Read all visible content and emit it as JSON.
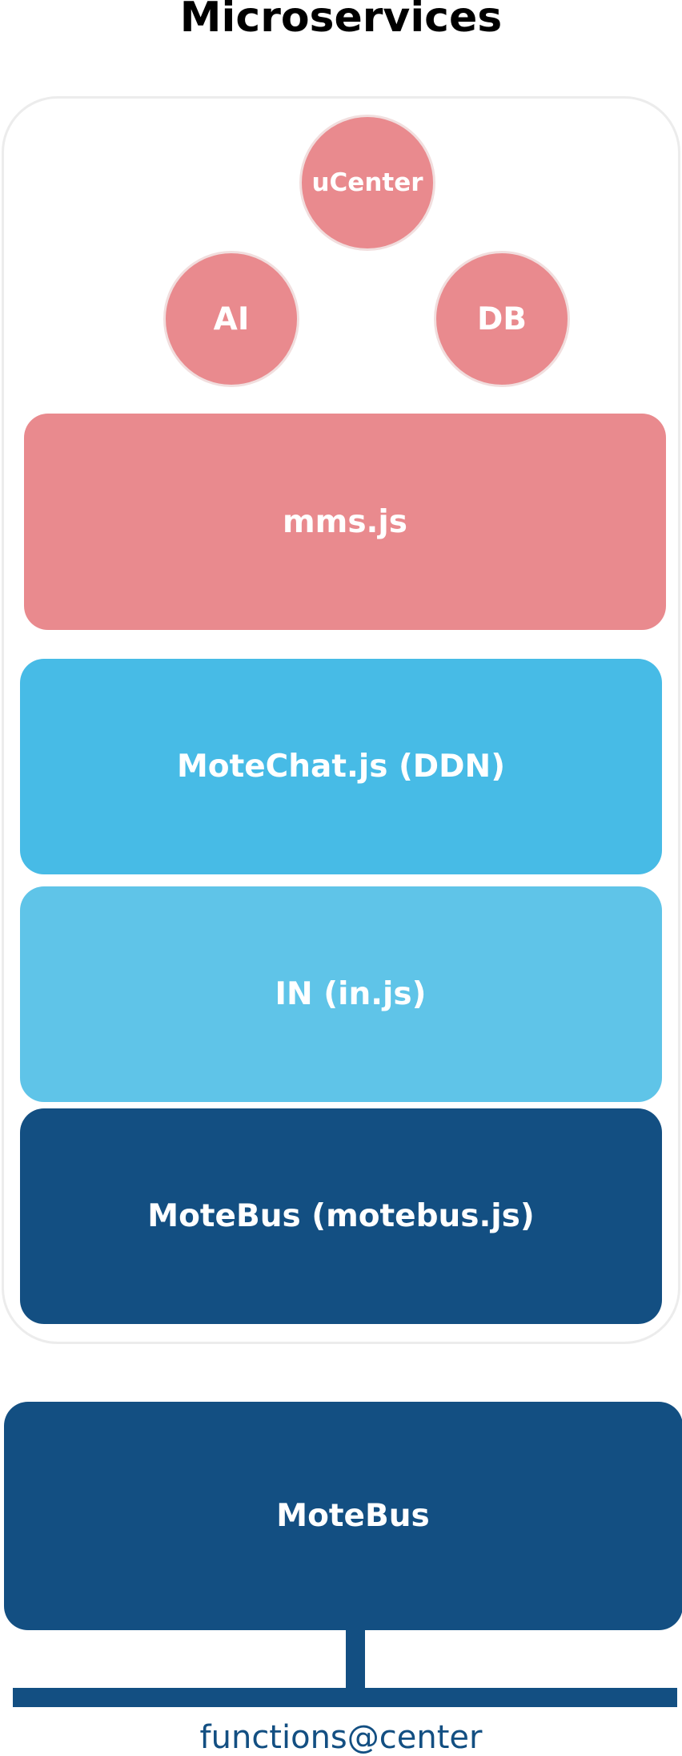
{
  "title": "Microservices",
  "colors": {
    "pink": "#e98a8e",
    "blue": "#47bbe6",
    "light_blue": "#5fc4e8",
    "navy": "#134f82",
    "container_border": "#ececec"
  },
  "circles": {
    "ucenter": "uCenter",
    "ai": "AI",
    "db": "DB"
  },
  "layers": {
    "mms": "mms.js",
    "motechat": "MoteChat.js (DDN)",
    "in": "IN (in.js)",
    "motebus_js": "MoteBus (motebus.js)"
  },
  "motebus": "MoteBus",
  "footer": "functions@center"
}
